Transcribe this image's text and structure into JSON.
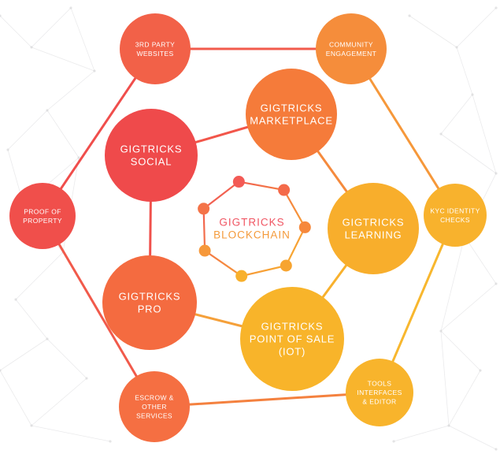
{
  "colors": {
    "red": "#f0504a",
    "orange": "#f57d3a",
    "amber": "#f7a630",
    "yellow": "#f9c123",
    "outer_hex_gradient": [
      "#f04a4c",
      "#f9c32a"
    ],
    "inner_hex_gradient": [
      "#f05058",
      "#f9b82a"
    ]
  },
  "center": {
    "line1": "GIGTRICKS",
    "line2": "BLOCKCHAIN"
  },
  "outer_nodes": [
    {
      "id": "third-party",
      "lines": [
        "3RD PARTY",
        "WEBSITES"
      ],
      "color": "#f26148"
    },
    {
      "id": "community",
      "lines": [
        "COMMUNITY",
        "ENGAGEMENT"
      ],
      "color": "#f58d3b"
    },
    {
      "id": "kyc",
      "lines": [
        "KYC IDENTITY",
        "CHECKS"
      ],
      "color": "#f8b22d"
    },
    {
      "id": "tools",
      "lines": [
        "TOOLS",
        "INTERFACES",
        "& EDITOR"
      ],
      "color": "#f8b42c"
    },
    {
      "id": "escrow",
      "lines": [
        "ESCROW &",
        "OTHER",
        "SERVICES"
      ],
      "color": "#f56f42"
    },
    {
      "id": "proof",
      "lines": [
        "PROOF OF",
        "PROPERTY"
      ],
      "color": "#f04f4b"
    }
  ],
  "inner_nodes": [
    {
      "id": "marketplace",
      "lines": [
        "GIGTRICKS",
        "MARKETPLACE"
      ],
      "color": "#f57b3a"
    },
    {
      "id": "learning",
      "lines": [
        "GIGTRICKS",
        "LEARNING"
      ],
      "color": "#f8ae2c"
    },
    {
      "id": "pos",
      "lines": [
        "GIGTRICKS",
        "POINT OF SALE",
        "(IOT)"
      ],
      "color": "#f8b42a"
    },
    {
      "id": "pro",
      "lines": [
        "GIGTRICKS",
        "PRO"
      ],
      "color": "#f46b40"
    },
    {
      "id": "social",
      "lines": [
        "GIGTRICKS",
        "SOCIAL"
      ],
      "color": "#ef4a4b"
    }
  ],
  "hub_dot_colors": [
    "#f35a55",
    "#f46a4a",
    "#f6883c",
    "#f7a430",
    "#f8b02c",
    "#f6983a",
    "#f47348"
  ]
}
